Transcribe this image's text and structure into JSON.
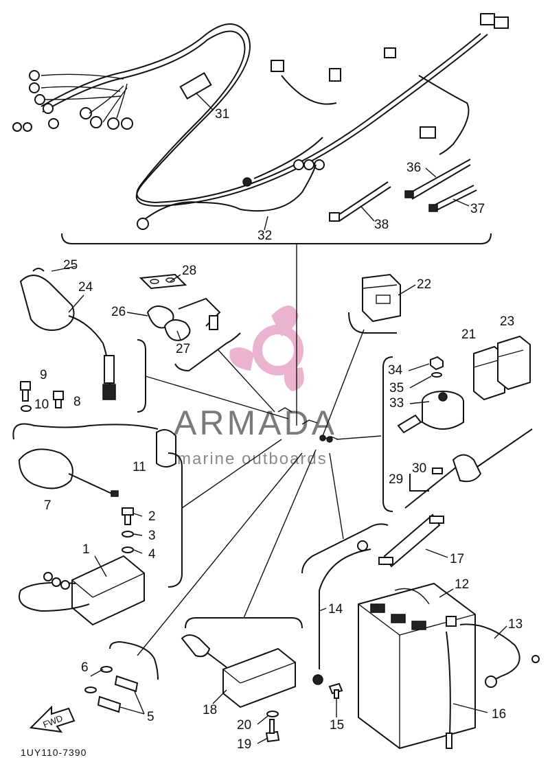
{
  "diagram": {
    "part_numbers": [
      "1",
      "2",
      "3",
      "4",
      "5",
      "6",
      "7",
      "8",
      "9",
      "10",
      "11",
      "12",
      "13",
      "14",
      "15",
      "16",
      "17",
      "18",
      "19",
      "20",
      "21",
      "22",
      "23",
      "24",
      "25",
      "26",
      "27",
      "28",
      "29",
      "30",
      "31",
      "32",
      "33",
      "34",
      "35",
      "36",
      "37",
      "38"
    ],
    "drawing_code": "1UY110-7390",
    "fwd_label": "FWD",
    "watermark": {
      "brand": "ARMADA",
      "tagline": "marine outboards",
      "logo_color": "#e7a6c6",
      "text_color": "#7a7a7a"
    }
  }
}
